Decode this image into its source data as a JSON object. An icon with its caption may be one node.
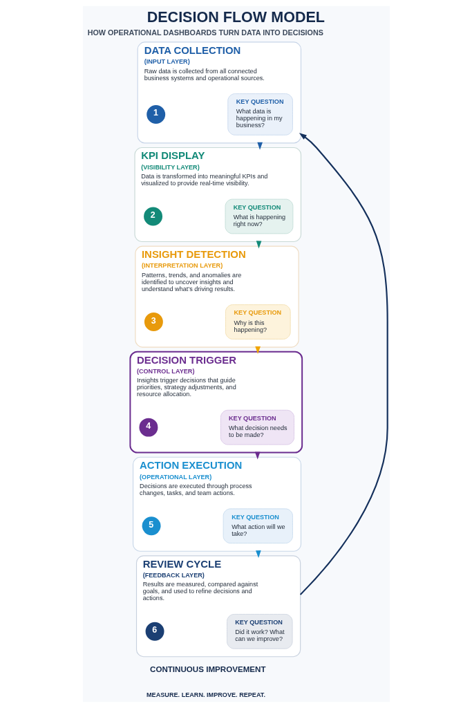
{
  "diagram": {
    "title": "DECISION FLOW MODEL",
    "nodes": [
      {
        "text": [
          "DATA COLLECTION",
          "(INPUT LAYER)",
          "Raw data is collected from all connected business systems and operational sources."
        ]
      },
      {
        "text": [
          "1"
        ],
        "in": 0
      },
      {
        "text": [
          "KEY QUESTION",
          "What data is happening in my business?"
        ],
        "in": 0
      },
      {
        "text": [
          "KPI DISPLAY",
          "(VISIBILITY LAYER)",
          "Data is transformed into meaningful KPIs and visualized to provide real-time visibility."
        ]
      },
      {
        "text": [
          "2"
        ],
        "in": 3
      },
      {
        "text": [
          "KEY QUESTION",
          "What is happening right now?"
        ],
        "in": 3
      },
      {
        "text": [
          "INSIGHT DETECTION",
          "(INTERPRETATION LAYER)",
          "Patterns, trends, and anomalies are identified to uncover insights and understand what’s driving results."
        ]
      },
      {
        "text": [
          "3"
        ],
        "in": 6
      },
      {
        "text": [
          "KEY QUESTION",
          "Why is this happening?"
        ],
        "in": 6
      },
      {
        "text": [
          "DECISION TRIGGER",
          "(CONTROL LAYER)",
          "Insights trigger decisions that guide priorities, strategy adjustments, and resource allocation."
        ]
      },
      {
        "text": [
          "4"
        ],
        "in": 9
      },
      {
        "text": [
          "KEY QUESTION",
          "What decision needs to be made?"
        ],
        "in": 9
      },
      {
        "text": [
          "ACTION EXECUTION",
          "(OPERATIONAL LAYER)",
          "Decisions are executed through process changes, tasks, and team actions."
        ]
      },
      {
        "text": [
          "5"
        ],
        "in": 12
      },
      {
        "text": [
          "KEY QUESTION",
          "What action will we take?"
        ],
        "in": 12
      },
      {
        "text": [
          "REVIEW CYCLE",
          "(FEEDBACK LAYER)",
          "Results are measured, compared against goals, and used to refine decisions and actions."
        ]
      },
      {
        "text": [
          "6"
        ],
        "in": 15
      },
      {
        "text": [
          "KEY QUESTION",
          "Did it work? What can we improve?"
        ],
        "in": 15
      }
    ],
    "edges": [
      {
        "from": 0,
        "to": 3,
        "arrow": "to",
        "color": "#1f5fa8"
      },
      {
        "from": 3,
        "to": 6,
        "arrow": "to",
        "color": "#138a78"
      },
      {
        "from": 6,
        "to": 9,
        "arrow": "to",
        "color": "#f0a500"
      },
      {
        "from": 9,
        "to": 12,
        "arrow": "to",
        "color": "#6b2d8f"
      },
      {
        "from": 12,
        "to": 15,
        "arrow": "to",
        "color": "#1a8fcf"
      },
      {
        "from": 15,
        "to": 0,
        "arrow": "to",
        "color": "#14305c"
      }
    ],
    "labels": [
      "HOW OPERATIONAL DASHBOARDS TURN DATA INTO DECISIONS",
      "CONTINUOUS IMPROVEMENT",
      "MEASURE. LEARN. IMPROVE. REPEAT."
    ]
  }
}
